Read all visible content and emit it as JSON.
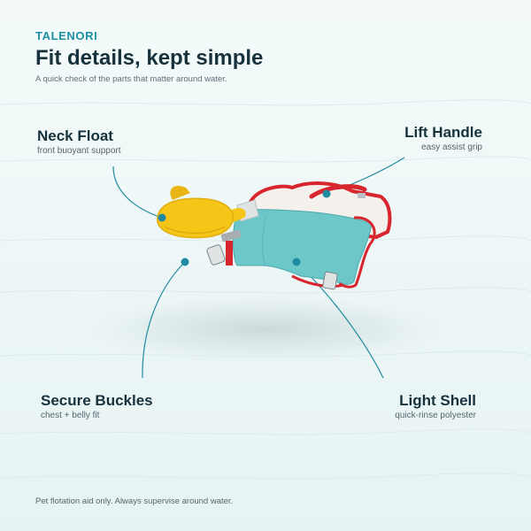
{
  "brand": "TALENORI",
  "title": "Fit details, kept simple",
  "subtitle": "A quick check of the parts that matter around water.",
  "callouts": {
    "neck_float": {
      "title": "Neck Float",
      "desc": "front buoyant support"
    },
    "lift_handle": {
      "title": "Lift Handle",
      "desc": "easy assist grip"
    },
    "secure_buckles": {
      "title": "Secure Buckles",
      "desc": "chest + belly fit"
    },
    "light_shell": {
      "title": "Light Shell",
      "desc": "quick-rinse polyester"
    }
  },
  "footer": "Pet flotation aid only. Always supervise around water.",
  "colors": {
    "accent": "#1e8fa5",
    "shell_teal": "#6cc7c9",
    "trim_red": "#d8262f",
    "float_yellow": "#f5c518",
    "panel_white": "#f4f1ec"
  }
}
